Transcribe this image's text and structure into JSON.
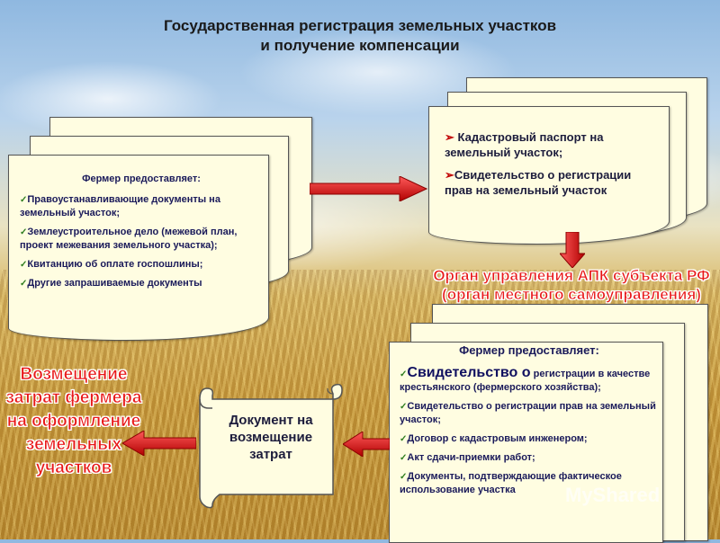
{
  "title": {
    "line1": "Государственная регистрация земельных участков",
    "line2": "и получение компенсации"
  },
  "box_farmer_left": {
    "header": "Фермер предоставляет:",
    "items": [
      "Правоустанавливающие документы на земельный участок;",
      "Землеустроительное дело (межевой план, проект межевания земельного участка);",
      "Квитанцию об оплате госпошлины;",
      "Другие запрашиваемые документы"
    ]
  },
  "box_cadastre": {
    "items": [
      "Кадастровый паспорт на земельный участок;",
      "Свидетельство о регистрации прав на земельный участок"
    ]
  },
  "agency_label": {
    "line1": "Орган управления АПК субъекта РФ",
    "line2": "(орган местного самоуправления)"
  },
  "box_farmer_bottom": {
    "header": "Фермер предоставляет:",
    "item1_big": "Свидетельство о",
    "item1_rest": " регистрации в качестве крестьянского (фермерского хозяйства);",
    "items": [
      "Свидетельство о регистрации прав на земельный участок;",
      "Договор с кадастровым инженером;",
      "Акт сдачи-приемки работ;",
      "Документы, подтверждающие фактическое использование участка"
    ]
  },
  "scroll_doc": {
    "line1": "Документ на",
    "line2": "возмещение",
    "line3": "затрат"
  },
  "compensation_label": {
    "line1": "Возмещение",
    "line2": "затрат фермера",
    "line3": "на оформление",
    "line4": "земельных",
    "line5": "участков"
  },
  "watermark": "MyShared",
  "colors": {
    "arrow_red": "#e01010",
    "label_red": "#e81818",
    "paper": "#fffde1",
    "text_dark_blue": "#1a1a5a"
  }
}
